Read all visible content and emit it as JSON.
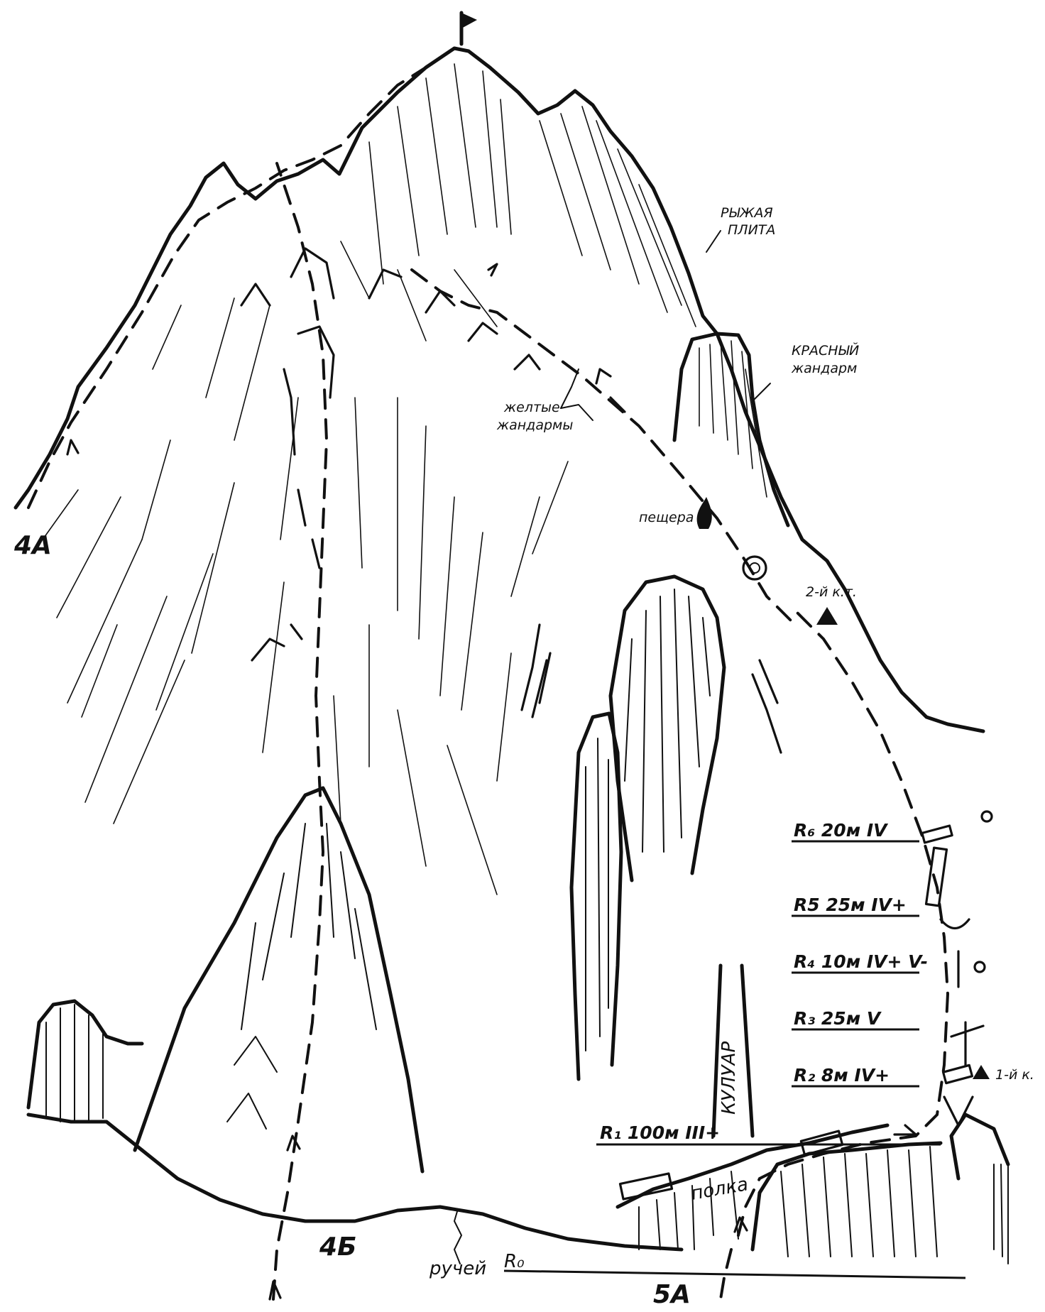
{
  "labels": {
    "ryzhaya_plita": [
      "РЫЖАЯ",
      "ПЛИТА"
    ],
    "krasny_zhandarm": [
      "КРАСНЫЙ",
      "жандарм"
    ],
    "zheltye_zhandarmy": [
      "желтые",
      "жандармы"
    ],
    "peshchera": "пещера",
    "bivouac_2": "2-й к.т.",
    "bivouac_1": "1-й к.",
    "kuluar": "КУЛУАР",
    "polka": "полка",
    "ruchey": "ручей",
    "r0": "R₀",
    "route_4a": "4А",
    "route_4b": "4Б",
    "route_5a": "5А"
  },
  "pitches": [
    {
      "id": "R6",
      "text": "R₆ 20м IV"
    },
    {
      "id": "R5",
      "text": "R5 25м IV+"
    },
    {
      "id": "R4",
      "text": "R₄ 10м IV+ V-"
    },
    {
      "id": "R3",
      "text": "R₃ 25м V"
    },
    {
      "id": "R2",
      "text": "R₂ 8м IV+"
    },
    {
      "id": "R1",
      "text": "R₁ 100м III+"
    }
  ]
}
